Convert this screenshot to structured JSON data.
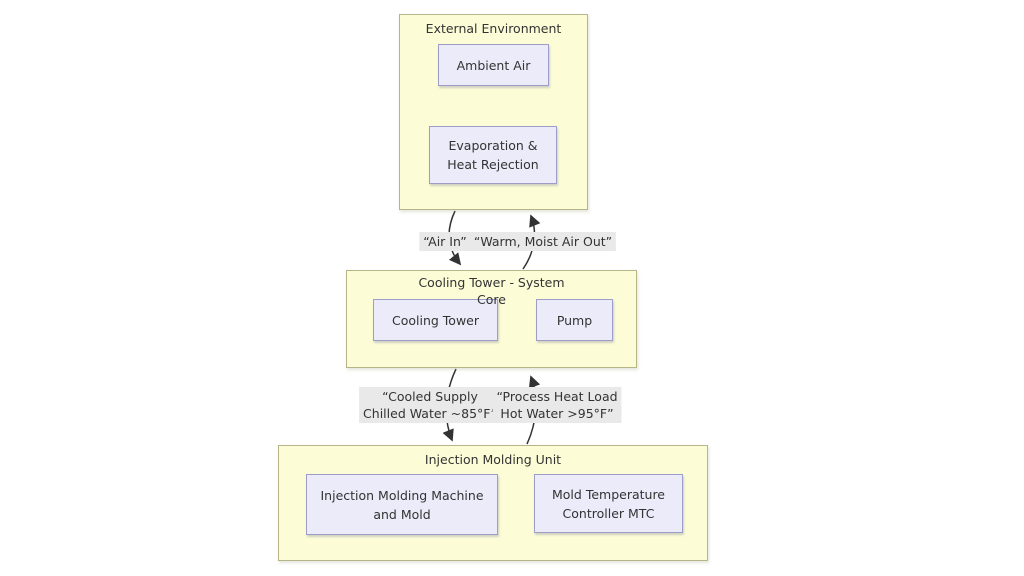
{
  "colors": {
    "background": "#ffffff",
    "container_fill": "#fcfdd7",
    "container_border": "#b6b588",
    "node_fill": "#ebebfa",
    "node_border": "#9d9dc8",
    "edge_label_bg": "#e9e9e9",
    "text": "#333333",
    "arrow": "#333333"
  },
  "containers": {
    "external": {
      "title": "External Environment",
      "nodes": {
        "ambient_air": {
          "label": "Ambient Air"
        },
        "evaporation": {
          "line1": "Evaporation &",
          "line2": "Heat Rejection"
        }
      }
    },
    "cooling": {
      "title_line1": "Cooling Tower - System",
      "title_line2": "Core",
      "nodes": {
        "cooling_tower": {
          "label": "Cooling Tower"
        },
        "pump": {
          "label": "Pump"
        }
      }
    },
    "molding": {
      "title": "Injection Molding Unit",
      "nodes": {
        "machine": {
          "line1": "Injection Molding Machine",
          "line2": "and Mold"
        },
        "mtc": {
          "line1": "Mold Temperature",
          "line2": "Controller MTC"
        }
      }
    }
  },
  "edges": {
    "air_in": {
      "label": "“Air In”"
    },
    "air_out": {
      "label": "“Warm, Moist Air Out”"
    },
    "cooled_supply": {
      "line1": "“Cooled Supply",
      "line2": "Chilled Water ~85°F”"
    },
    "heat_load": {
      "line1": "“Process Heat Load",
      "line2": "Hot Water >95°F”"
    }
  }
}
